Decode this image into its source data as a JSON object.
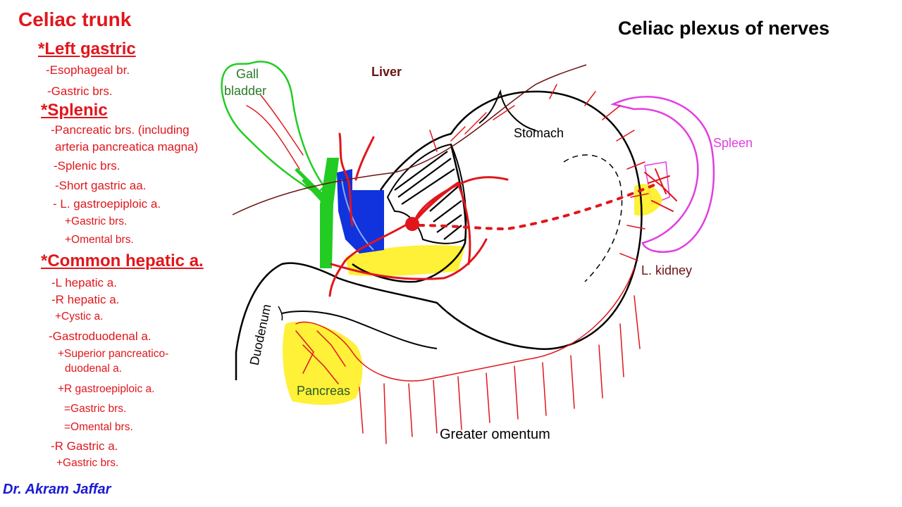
{
  "title": "Celiac trunk",
  "diagram_title": "Celiac plexus of nerves",
  "author": "Dr. Akram Jaffar",
  "left_gastric": {
    "heading": "*Left gastric",
    "items": [
      "-Esophageal br.",
      "-Gastric brs."
    ]
  },
  "splenic": {
    "heading": "*Splenic",
    "items": [
      "-Pancreatic brs. (including",
      "arteria pancreatica magna)",
      "-Splenic brs.",
      "-Short gastric aa.",
      "- L. gastroepiploic a.",
      "+Gastric brs.",
      "+Omental brs."
    ]
  },
  "common_hepatic": {
    "heading": "*Common hepatic a.",
    "items": [
      "-L hepatic a.",
      "-R hepatic a.",
      "+Cystic a.",
      "-Gastroduodenal a.",
      "+Superior pancreatico-",
      "duodenal a.",
      "+R gastroepiploic a.",
      "=Gastric brs.",
      "=Omental brs.",
      "-R Gastric a.",
      "+Gastric brs."
    ]
  },
  "labels": {
    "gall": "Gall",
    "bladder": "bladder",
    "liver": "Liver",
    "stomach": "Stomach",
    "spleen": "Spleen",
    "kidney": "L. kidney",
    "duodenum": "Duodenum",
    "pancreas": "Pancreas",
    "omentum": "Greater omentum"
  },
  "colors": {
    "artery": "#e0161c",
    "gallbladder": "#22cc22",
    "spleen": "#e23ee2",
    "pancreas": "#ffee22",
    "vein": "#1133dd",
    "author": "#1a1ad6",
    "liver_label": "#6b1212",
    "kidney_label": "#6b1212"
  }
}
